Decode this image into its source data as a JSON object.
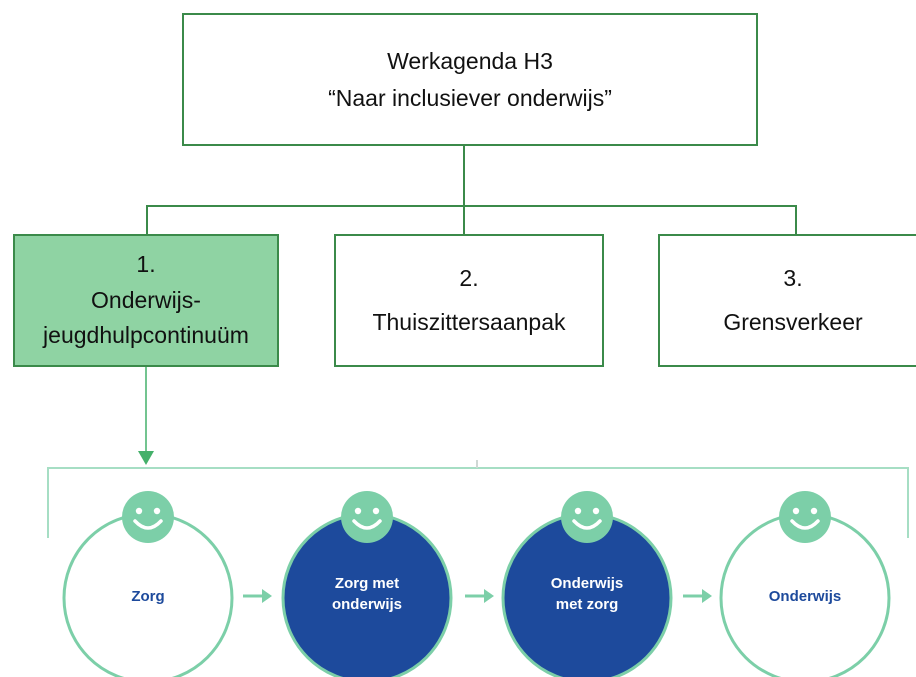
{
  "top": {
    "line1": "Werkagenda H3",
    "line2": "“Naar inclusiever onderwijs”"
  },
  "branches": [
    {
      "num": "1.",
      "label1": "Onderwijs-",
      "label2": "jeugdhulpcontinuüm"
    },
    {
      "num": "2.",
      "label1": "Thuiszittersaanpak"
    },
    {
      "num": "3.",
      "label1": "Grensverkeer"
    }
  ],
  "stages": [
    {
      "line1": "Zorg",
      "line2": ""
    },
    {
      "line1": "Zorg met",
      "line2": "onderwijs"
    },
    {
      "line1": "Onderwijs",
      "line2": "met zorg"
    },
    {
      "line1": "Onderwijs",
      "line2": ""
    }
  ],
  "colors": {
    "box_border": "#3b8a4a",
    "active_fill": "#8fd3a3",
    "mint": "#7ccfa8",
    "navy": "#1d4a9c"
  }
}
